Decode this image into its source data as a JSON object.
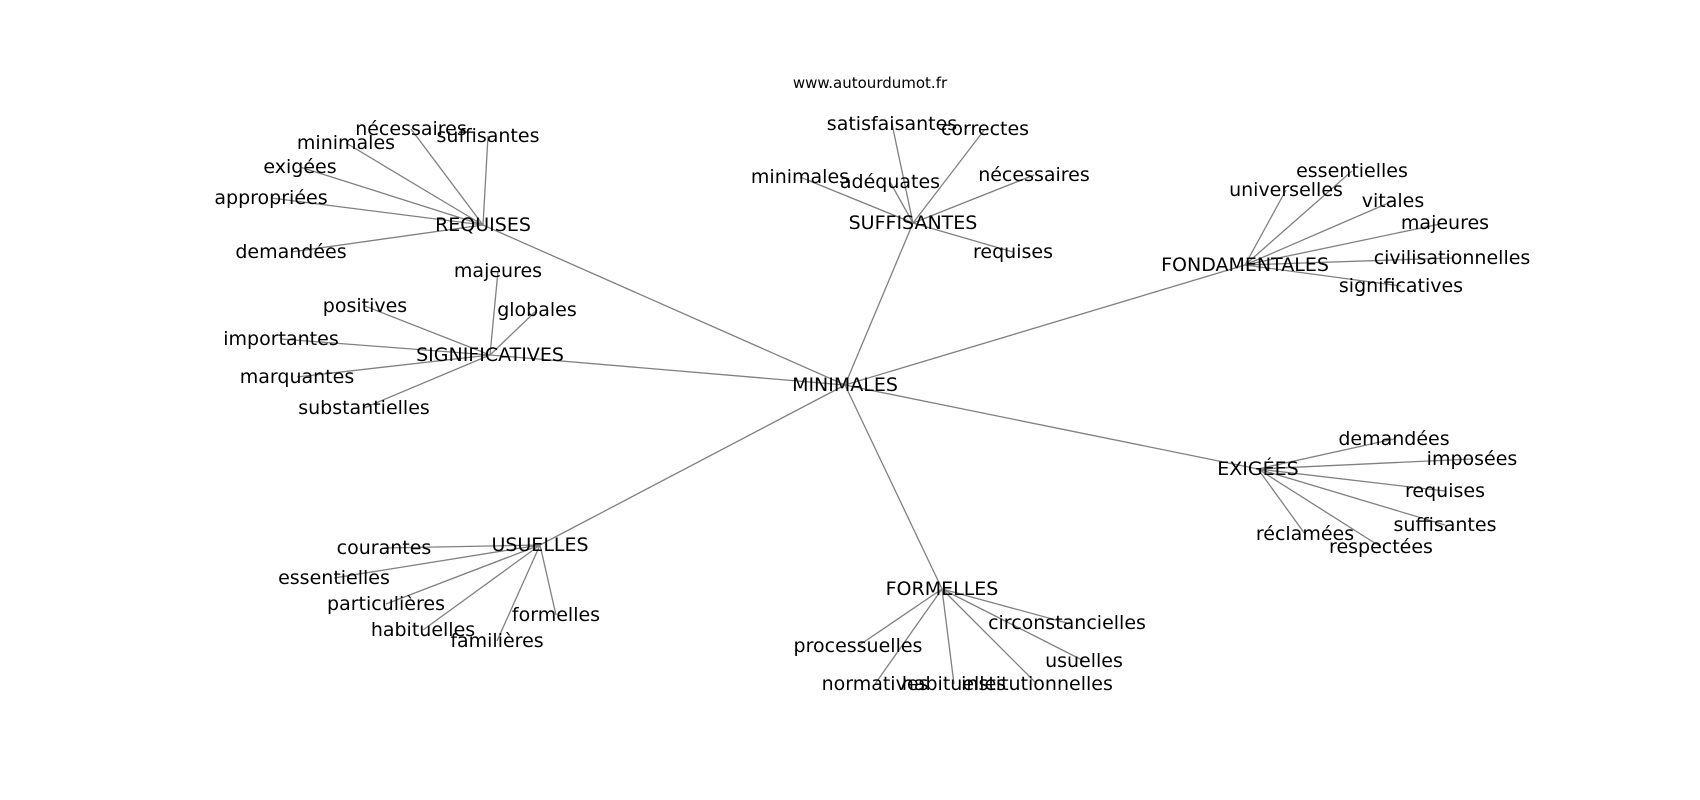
{
  "site": "www.autourdumot.fr",
  "center": "MINIMALES",
  "clusters": [
    {
      "hub": "REQUISES",
      "leaves": [
        "nécessaires",
        "minimales",
        "suffisantes",
        "exigées",
        "appropriées",
        "demandées"
      ]
    },
    {
      "hub": "SUFFISANTES",
      "leaves": [
        "satisfaisantes",
        "correctes",
        "minimales",
        "adéquates",
        "nécessaires",
        "requises"
      ]
    },
    {
      "hub": "FONDAMENTALES",
      "leaves": [
        "essentielles",
        "universelles",
        "vitales",
        "majeures",
        "civilisationnelles",
        "significatives"
      ]
    },
    {
      "hub": "SIGNIFICATIVES",
      "leaves": [
        "majeures",
        "positives",
        "globales",
        "importantes",
        "marquantes",
        "substantielles"
      ]
    },
    {
      "hub": "EXIGÉES",
      "leaves": [
        "demandées",
        "imposées",
        "requises",
        "suffisantes",
        "réclamées",
        "respectées"
      ]
    },
    {
      "hub": "USUELLES",
      "leaves": [
        "courantes",
        "essentielles",
        "particulières",
        "formelles",
        "habituelles",
        "familières"
      ]
    },
    {
      "hub": "FORMELLES",
      "leaves": [
        "circonstancielles",
        "processuelles",
        "usuelles",
        "normatives",
        "habituelles",
        "institutionnelles"
      ]
    }
  ]
}
